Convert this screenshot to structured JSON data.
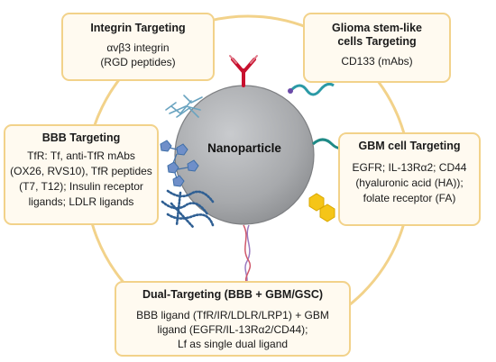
{
  "center": {
    "label": "Nanoparticle"
  },
  "boxes": {
    "integrin": {
      "title": "Integrin Targeting",
      "lines": [
        "αvβ3 integrin",
        "(RGD peptides)"
      ]
    },
    "glioma": {
      "title_lines": [
        "Glioma stem-like",
        "cells Targeting"
      ],
      "lines": [
        "CD133 (mAbs)"
      ]
    },
    "bbb": {
      "title": "BBB Targeting",
      "lines": [
        "TfR: Tf, anti-TfR mAbs",
        "(OX26, RVS10), TfR peptides",
        "(T7, T12); Insulin receptor",
        "ligands; LDLR ligands"
      ]
    },
    "gbm": {
      "title": "GBM cell Targeting",
      "lines": [
        "EGFR; IL-13Rα2; CD44",
        "(hyaluronic acid (HA));",
        "folate receptor (FA)"
      ]
    },
    "dual": {
      "title": "Dual-Targeting (BBB + GBM/GSC)",
      "lines": [
        "BBB ligand (TfR/IR/LDLR/LRP1) + GBM",
        "ligand (EGFR/IL-13Rα2/CD44);",
        "Lf as single dual ligand"
      ]
    }
  },
  "colors": {
    "ring": "#f2d28a",
    "box_border": "#f2d28a",
    "box_fill": "#fffaf0",
    "sphere": "#a7a9ac",
    "antibody": "#c8102e",
    "peptide": "#2b9aa6",
    "ligand": "#f5c518",
    "polymer": "#3f6fa8"
  }
}
